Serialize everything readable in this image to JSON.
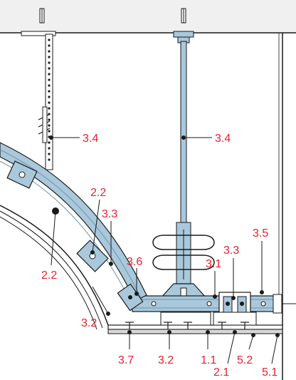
{
  "colors": {
    "callout": "#e8202e",
    "line": "#1a1a1a",
    "steel": "#a9c8dc",
    "steel_dark": "#6f93ab",
    "ceiling": "#f0f0f0",
    "board": "#d8d8d8"
  },
  "labels": {
    "hanger_left": "3.4",
    "hanger_right": "3.4",
    "l_2_2_top": "2.2",
    "l_3_3_left": "3.3",
    "l_2_2_bottom": "2.2",
    "l_3_6": "3.6",
    "l_3_1": "3.1",
    "l_3_3_right": "3.3",
    "l_3_5": "3.5",
    "l_3_2_left": "3.2",
    "l_3_7": "3.7",
    "l_3_2_bottom": "3.2",
    "l_1_1": "1.1",
    "l_5_2": "5.2",
    "l_2_1": "2.1",
    "l_5_1": "5.1"
  }
}
